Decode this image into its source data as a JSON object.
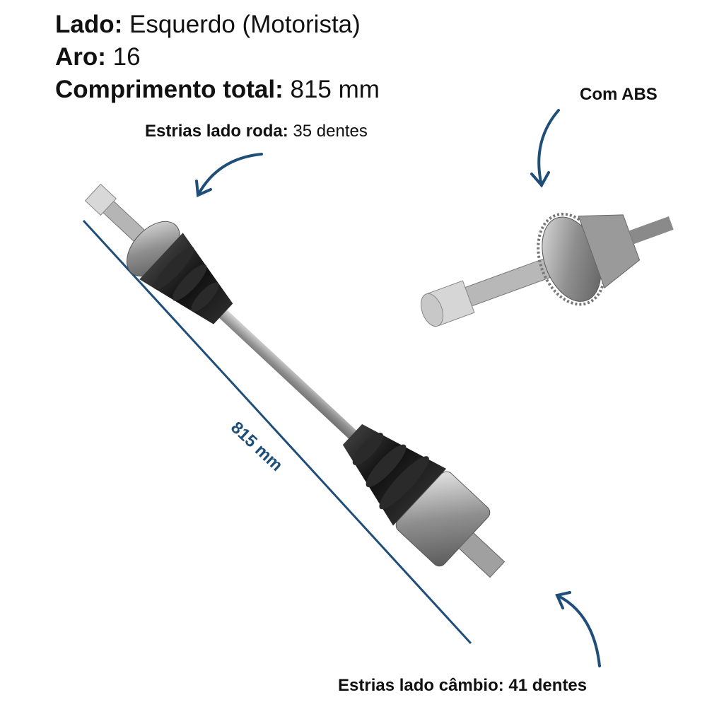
{
  "specs": {
    "side_label": "Lado:",
    "side_value": "Esquerdo (Motorista)",
    "rim_label": "Aro:",
    "rim_value": "16",
    "length_label": "Comprimento total:",
    "length_value": "815 mm"
  },
  "callouts": {
    "abs": "Com ABS",
    "wheel_splines_label": "Estrias lado roda:",
    "wheel_splines_value": "35 dentes",
    "gear_splines": "Estrias lado câmbio: 41 dentes"
  },
  "dimension": {
    "value": "815 mm"
  },
  "colors": {
    "accent": "#1f4e79",
    "text": "#111111",
    "boot": "#1a1a1a",
    "metal": "#9a9a9a"
  }
}
